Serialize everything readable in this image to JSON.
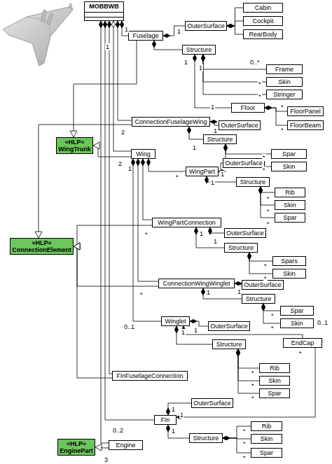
{
  "diagram": {
    "nodes": [
      {
        "text": [
          "MOBBWB"
        ]
      },
      {
        "text": [
          "Fuselage"
        ]
      },
      {
        "text": [
          "OuterSurface"
        ]
      },
      {
        "text": [
          "Cabin"
        ]
      },
      {
        "text": [
          "Cockpit"
        ]
      },
      {
        "text": [
          "RearBody"
        ]
      },
      {
        "text": [
          "Structure"
        ]
      },
      {
        "text": [
          "Frame"
        ]
      },
      {
        "text": [
          "Skin"
        ]
      },
      {
        "text": [
          "Stringer"
        ]
      },
      {
        "text": [
          "Floor"
        ]
      },
      {
        "text": [
          "FloorPanel"
        ]
      },
      {
        "text": [
          "FloorBeam"
        ]
      },
      {
        "text": [
          "ConnectionFuselageWing"
        ]
      },
      {
        "text": [
          "OuterSurface"
        ]
      },
      {
        "text": [
          "Structure"
        ]
      },
      {
        "text": [
          "Spar"
        ]
      },
      {
        "text": [
          "Skin"
        ]
      },
      {
        "text": [
          "«HLP»",
          "WingTrunk"
        ]
      },
      {
        "text": [
          "Wing"
        ]
      },
      {
        "text": [
          "WingPart"
        ]
      },
      {
        "text": [
          "OuterSurface"
        ]
      },
      {
        "text": [
          "Structure"
        ]
      },
      {
        "text": [
          "Rib"
        ]
      },
      {
        "text": [
          "Skin"
        ]
      },
      {
        "text": [
          "Spar"
        ]
      },
      {
        "text": [
          "WingPartConnection"
        ]
      },
      {
        "text": [
          "OuterSurface"
        ]
      },
      {
        "text": [
          "Structure"
        ]
      },
      {
        "text": [
          "Spars"
        ]
      },
      {
        "text": [
          "Skin"
        ]
      },
      {
        "text": [
          "«HLP»",
          "ConnectionElement"
        ]
      },
      {
        "text": [
          "ConnectionWingWinglet"
        ]
      },
      {
        "text": [
          "OuterSurface"
        ]
      },
      {
        "text": [
          "Structure"
        ]
      },
      {
        "text": [
          "Spar"
        ]
      },
      {
        "text": [
          "Skin"
        ]
      },
      {
        "text": [
          "Winglet"
        ]
      },
      {
        "text": [
          "OuterSurface"
        ]
      },
      {
        "text": [
          "EndCap"
        ]
      },
      {
        "text": [
          "Structure"
        ]
      },
      {
        "text": [
          "Rib"
        ]
      },
      {
        "text": [
          "Skin"
        ]
      },
      {
        "text": [
          "Spar"
        ]
      },
      {
        "text": [
          "FinFuselageConnection"
        ]
      },
      {
        "text": [
          "Fin"
        ]
      },
      {
        "text": [
          "OuterSurface"
        ]
      },
      {
        "text": [
          "Structure"
        ]
      },
      {
        "text": [
          "Rib"
        ]
      },
      {
        "text": [
          "Skin"
        ]
      },
      {
        "text": [
          "Spar"
        ]
      },
      {
        "text": [
          "Engine"
        ]
      },
      {
        "text": [
          "«HLP»",
          "EnginePart"
        ]
      }
    ],
    "edges": [
      {
        "from": 1,
        "to": 0,
        "arrow": "to"
      },
      {
        "from": 2,
        "to": 1,
        "arrow": "to"
      },
      {
        "from": 3,
        "to": 2,
        "arrow": "to"
      },
      {
        "from": 4,
        "to": 2,
        "arrow": "to"
      },
      {
        "from": 5,
        "to": 2,
        "arrow": "to"
      },
      {
        "from": 6,
        "to": 1,
        "arrow": "to"
      },
      {
        "from": 7,
        "to": 6,
        "arrow": "to"
      },
      {
        "from": 8,
        "to": 6,
        "arrow": "to"
      },
      {
        "from": 9,
        "to": 6,
        "arrow": "to"
      },
      {
        "from": 10,
        "to": 6,
        "arrow": "to"
      },
      {
        "from": 11,
        "to": 10,
        "arrow": "to"
      },
      {
        "from": 12,
        "to": 10,
        "arrow": "to"
      },
      {
        "from": 13,
        "to": 0,
        "arrow": "to"
      },
      {
        "from": 14,
        "to": 13,
        "arrow": "to"
      },
      {
        "from": 15,
        "to": 13,
        "arrow": "to"
      },
      {
        "from": 16,
        "to": 15,
        "arrow": "to"
      },
      {
        "from": 17,
        "to": 15,
        "arrow": "to"
      },
      {
        "from": 1,
        "to": 18,
        "arrow": "to"
      },
      {
        "from": 13,
        "to": 31,
        "arrow": "to"
      },
      {
        "from": 19,
        "to": 0,
        "arrow": "to"
      },
      {
        "from": 19,
        "to": 18,
        "arrow": "to"
      },
      {
        "from": 20,
        "to": 19,
        "arrow": "to"
      },
      {
        "from": 21,
        "to": 20,
        "arrow": "to"
      },
      {
        "from": 22,
        "to": 20,
        "arrow": "to"
      },
      {
        "from": 23,
        "to": 22,
        "arrow": "to"
      },
      {
        "from": 24,
        "to": 22,
        "arrow": "to"
      },
      {
        "from": 25,
        "to": 22,
        "arrow": "to"
      },
      {
        "from": 26,
        "to": 19,
        "arrow": "to"
      },
      {
        "from": 27,
        "to": 26,
        "arrow": "to"
      },
      {
        "from": 28,
        "to": 26,
        "arrow": "to"
      },
      {
        "from": 29,
        "to": 28,
        "arrow": "to"
      },
      {
        "from": 30,
        "to": 28,
        "arrow": "to"
      },
      {
        "from": 26,
        "to": 31,
        "arrow": "to"
      },
      {
        "from": 32,
        "to": 19,
        "arrow": "to"
      },
      {
        "from": 33,
        "to": 32,
        "arrow": "to"
      },
      {
        "from": 34,
        "to": 32,
        "arrow": "to"
      },
      {
        "from": 35,
        "to": 34,
        "arrow": "to"
      },
      {
        "from": 36,
        "to": 34,
        "arrow": "to"
      },
      {
        "from": 32,
        "to": 31,
        "arrow": "to"
      },
      {
        "from": 37,
        "to": 19,
        "arrow": "to"
      },
      {
        "from": 38,
        "to": 37,
        "arrow": "to"
      },
      {
        "from": 39,
        "to": 37,
        "arrow": "to"
      },
      {
        "from": 40,
        "to": 37,
        "arrow": "to"
      },
      {
        "from": 41,
        "to": 40,
        "arrow": "to"
      },
      {
        "from": 42,
        "to": 40,
        "arrow": "to"
      },
      {
        "from": 43,
        "to": 40,
        "arrow": "to"
      },
      {
        "from": 44,
        "to": 0,
        "arrow": "to"
      },
      {
        "from": 44,
        "to": 31,
        "arrow": "to"
      },
      {
        "from": 45,
        "to": 0,
        "arrow": "to"
      },
      {
        "from": 46,
        "to": 45,
        "arrow": "to"
      },
      {
        "from": 47,
        "to": 45,
        "arrow": "to"
      },
      {
        "from": 48,
        "to": 47,
        "arrow": "to"
      },
      {
        "from": 49,
        "to": 47,
        "arrow": "to"
      },
      {
        "from": 50,
        "to": 47,
        "arrow": "to"
      },
      {
        "from": 39,
        "to": 45,
        "arrow": "to"
      },
      {
        "from": 51,
        "to": 0,
        "arrow": "to"
      },
      {
        "from": 51,
        "to": 52,
        "arrow": "to"
      }
    ],
    "labels": [
      "1",
      "1",
      "1",
      "1",
      "0..*",
      "*",
      "*",
      "1",
      "1",
      "*",
      "*",
      "2",
      "1",
      "1",
      "*",
      "*",
      "2",
      "1",
      "*",
      "1",
      "1",
      "*",
      "*",
      "*",
      "*",
      "1",
      "1",
      "*",
      "*",
      "*",
      "1",
      "1",
      "*",
      "*",
      "0..1",
      "0..1",
      "1",
      "1",
      "*",
      "*",
      "*",
      "*",
      "1",
      "0..2",
      "1",
      "*",
      "*",
      "*",
      "3",
      "1"
    ]
  }
}
